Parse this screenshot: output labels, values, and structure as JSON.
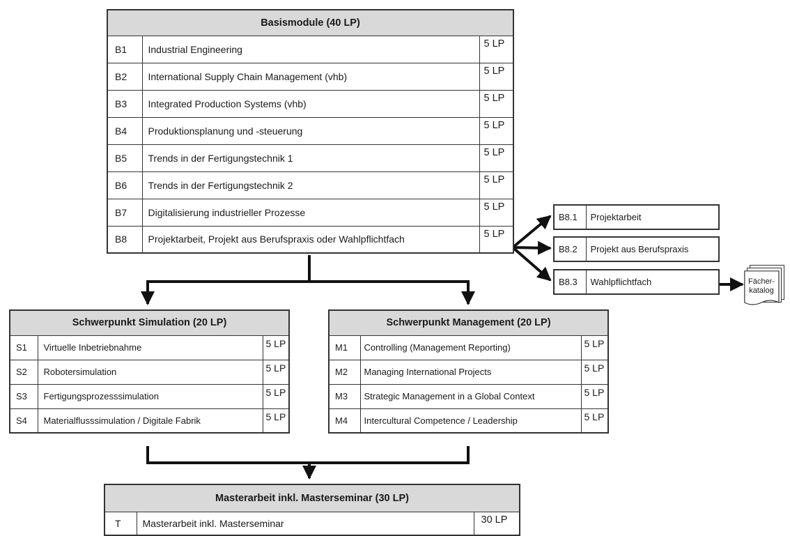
{
  "basis": {
    "title": "Basismodule (40 LP)",
    "rows": [
      {
        "code": "B1",
        "name": "Industrial Engineering",
        "lp": "5 LP"
      },
      {
        "code": "B2",
        "name": "International Supply Chain Management (vhb)",
        "lp": "5 LP"
      },
      {
        "code": "B3",
        "name": "Integrated Production Systems (vhb)",
        "lp": "5 LP"
      },
      {
        "code": "B4",
        "name": "Produktionsplanung und -steuerung",
        "lp": "5 LP"
      },
      {
        "code": "B5",
        "name": "Trends in der Fertigungstechnik 1",
        "lp": "5 LP"
      },
      {
        "code": "B6",
        "name": "Trends in der Fertigungstechnik 2",
        "lp": "5 LP"
      },
      {
        "code": "B7",
        "name": "Digitalisierung industrieller Prozesse",
        "lp": "5 LP"
      },
      {
        "code": "B8",
        "name": "Projektarbeit, Projekt aus Berufspraxis oder Wahlpflichtfach",
        "lp": "5 LP"
      }
    ]
  },
  "b8_options": [
    {
      "code": "B8.1",
      "name": "Projektarbeit"
    },
    {
      "code": "B8.2",
      "name": "Projekt aus Berufspraxis"
    },
    {
      "code": "B8.3",
      "name": "Wahlpflichtfach"
    }
  ],
  "catalog": {
    "line1": "Fächer-",
    "line2": "katalog"
  },
  "simulation": {
    "title": "Schwerpunkt Simulation (20 LP)",
    "rows": [
      {
        "code": "S1",
        "name": "Virtuelle Inbetriebnahme",
        "lp": "5 LP"
      },
      {
        "code": "S2",
        "name": "Robotersimulation",
        "lp": "5 LP"
      },
      {
        "code": "S3",
        "name": "Fertigungsprozesssimulation",
        "lp": "5 LP"
      },
      {
        "code": "S4",
        "name": "Materialflusssimulation / Digitale Fabrik",
        "lp": "5 LP"
      }
    ]
  },
  "management": {
    "title": "Schwerpunkt Management (20 LP)",
    "rows": [
      {
        "code": "M1",
        "name": "Controlling (Management Reporting)",
        "lp": "5 LP"
      },
      {
        "code": "M2",
        "name": "Managing International Projects",
        "lp": "5 LP"
      },
      {
        "code": "M3",
        "name": "Strategic Management in a Global Context",
        "lp": "5 LP"
      },
      {
        "code": "M4",
        "name": "Intercultural Competence / Leadership",
        "lp": "5 LP"
      }
    ]
  },
  "thesis": {
    "title": "Masterarbeit inkl. Masterseminar (30 LP)",
    "rows": [
      {
        "code": "T",
        "name": "Masterarbeit inkl. Masterseminar",
        "lp": "30 LP"
      }
    ]
  }
}
